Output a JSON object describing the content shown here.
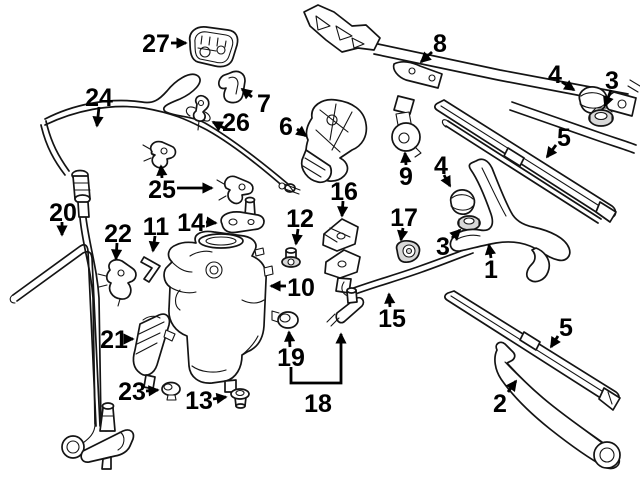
{
  "diagram": {
    "kind": "exploded-parts-line-diagram",
    "background_color": "#ffffff",
    "line_color": "#141414",
    "label_color": "#000000",
    "part_numbers_shown": [
      "1",
      "2",
      "3",
      "4",
      "5",
      "6",
      "7",
      "8",
      "9",
      "10",
      "11",
      "12",
      "13",
      "14",
      "15",
      "16",
      "17",
      "18",
      "19",
      "20",
      "21",
      "22",
      "23",
      "24",
      "25",
      "26",
      "27"
    ]
  },
  "labels": [
    {
      "id": "27",
      "text": "27"
    },
    {
      "id": "24",
      "text": "24"
    },
    {
      "id": "7",
      "text": "7"
    },
    {
      "id": "26",
      "text": "26"
    },
    {
      "id": "6",
      "text": "6"
    },
    {
      "id": "8",
      "text": "8"
    },
    {
      "id": "4-top",
      "text": "4"
    },
    {
      "id": "3-top",
      "text": "3"
    },
    {
      "id": "5-top",
      "text": "5"
    },
    {
      "id": "9",
      "text": "9"
    },
    {
      "id": "16",
      "text": "16"
    },
    {
      "id": "17",
      "text": "17"
    },
    {
      "id": "4-mid",
      "text": "4"
    },
    {
      "id": "3-mid",
      "text": "3"
    },
    {
      "id": "1",
      "text": "1"
    },
    {
      "id": "25",
      "text": "25"
    },
    {
      "id": "14",
      "text": "14"
    },
    {
      "id": "11",
      "text": "11"
    },
    {
      "id": "22",
      "text": "22"
    },
    {
      "id": "20",
      "text": "20"
    },
    {
      "id": "12",
      "text": "12"
    },
    {
      "id": "10",
      "text": "10"
    },
    {
      "id": "15",
      "text": "15"
    },
    {
      "id": "21",
      "text": "21"
    },
    {
      "id": "19",
      "text": "19"
    },
    {
      "id": "23",
      "text": "23"
    },
    {
      "id": "13",
      "text": "13"
    },
    {
      "id": "18",
      "text": "18"
    },
    {
      "id": "2",
      "text": "2"
    },
    {
      "id": "5-bottom",
      "text": "5"
    }
  ]
}
